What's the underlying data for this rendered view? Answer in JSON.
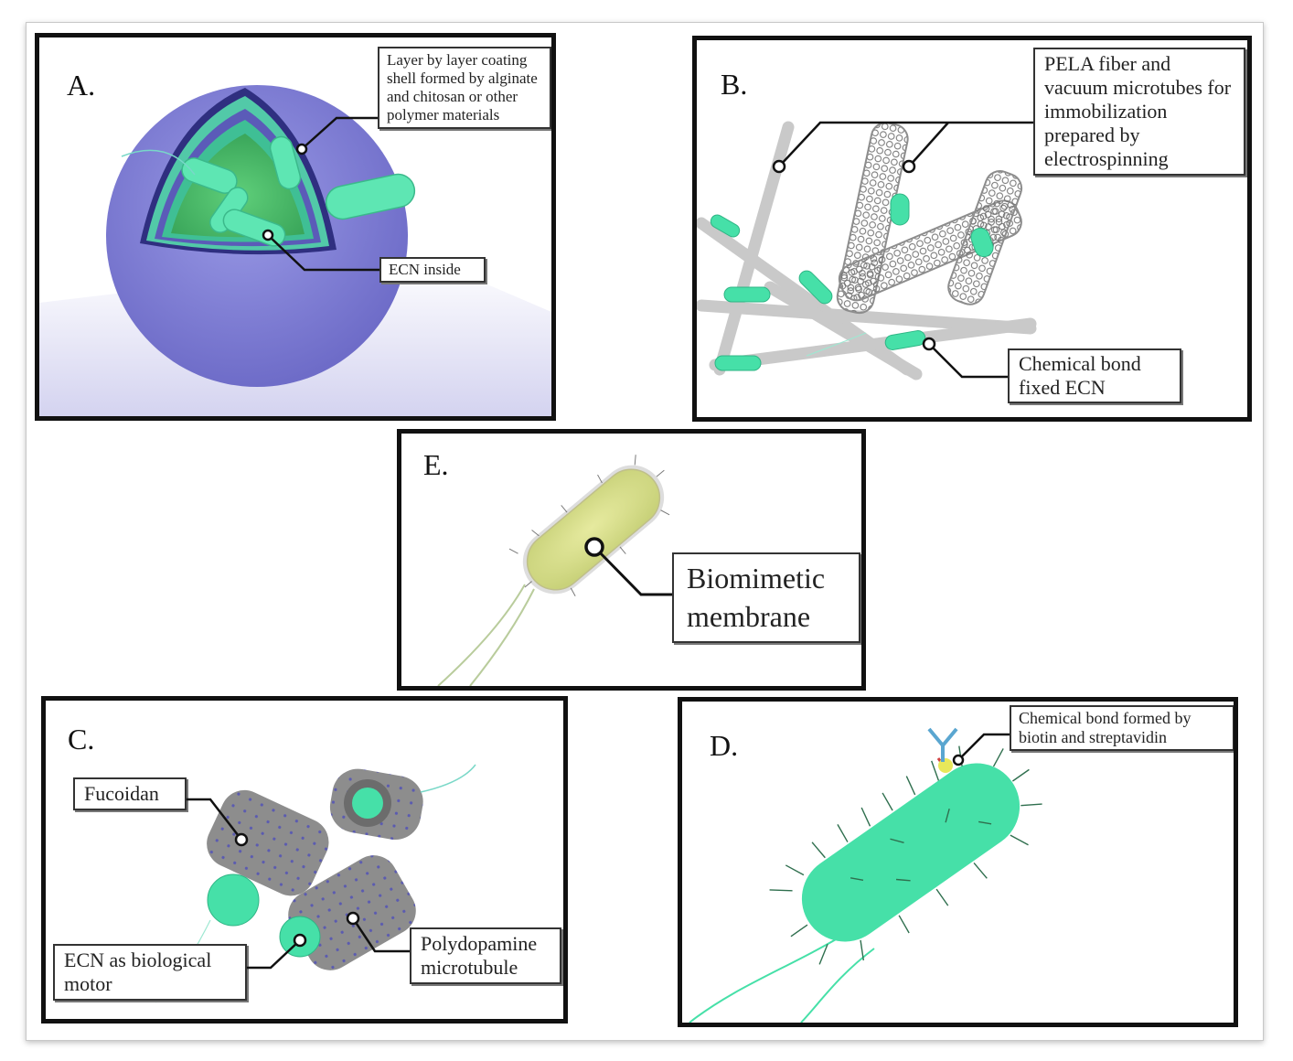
{
  "colors": {
    "bacteria": "#46e0a8",
    "capsule": "#7b7ad0",
    "fiber": "#c9c9c9",
    "tube": "#8d8d8d",
    "membrane": "#d6df8a",
    "panel_border": "#111111"
  },
  "panels": {
    "a": {
      "label": "A.",
      "callouts": [
        "Layer by layer coating shell formed by alginate and chitosan or other polymer materials",
        "ECN inside"
      ]
    },
    "b": {
      "label": "B.",
      "callouts": [
        "PELA fiber and vacuum microtubes for immobilization prepared by electrospinning",
        "Chemical bond fixed ECN"
      ]
    },
    "e": {
      "label": "E.",
      "callouts": [
        "Biomimetic membrane"
      ]
    },
    "c": {
      "label": "C.",
      "callouts": [
        "Fucoidan",
        "ECN as biological motor",
        "Polydopamine microtubule"
      ]
    },
    "d": {
      "label": "D.",
      "callouts": [
        "Chemical bond formed by biotin and streptavidin"
      ]
    }
  }
}
